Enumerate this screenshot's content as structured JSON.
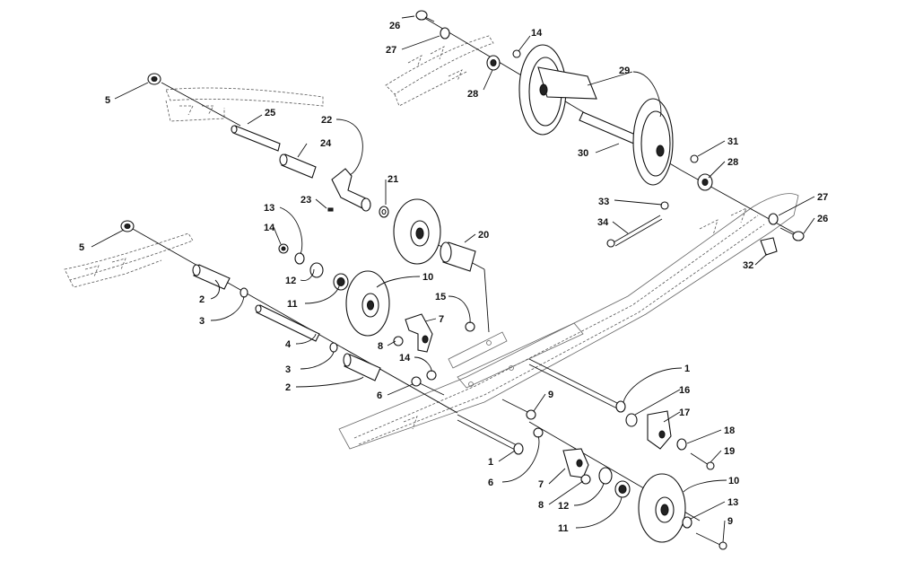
{
  "callouts": [
    {
      "id": "c26a",
      "label": "26"
    },
    {
      "id": "c27a",
      "label": "27"
    },
    {
      "id": "c14a",
      "label": "14"
    },
    {
      "id": "c29",
      "label": "29"
    },
    {
      "id": "c28a",
      "label": "28"
    },
    {
      "id": "c5a",
      "label": "5"
    },
    {
      "id": "c25",
      "label": "25"
    },
    {
      "id": "c22",
      "label": "22"
    },
    {
      "id": "c24",
      "label": "24"
    },
    {
      "id": "c30",
      "label": "30"
    },
    {
      "id": "c31",
      "label": "31"
    },
    {
      "id": "c28b",
      "label": "28"
    },
    {
      "id": "c21",
      "label": "21"
    },
    {
      "id": "c23",
      "label": "23"
    },
    {
      "id": "c13a",
      "label": "13"
    },
    {
      "id": "c33",
      "label": "33"
    },
    {
      "id": "c27b",
      "label": "27"
    },
    {
      "id": "c26b",
      "label": "26"
    },
    {
      "id": "c34",
      "label": "34"
    },
    {
      "id": "c14b",
      "label": "14"
    },
    {
      "id": "c20",
      "label": "20"
    },
    {
      "id": "c5b",
      "label": "5"
    },
    {
      "id": "c32",
      "label": "32"
    },
    {
      "id": "c12a",
      "label": "12"
    },
    {
      "id": "c10a",
      "label": "10"
    },
    {
      "id": "c2a",
      "label": "2"
    },
    {
      "id": "c11a",
      "label": "11"
    },
    {
      "id": "c15",
      "label": "15"
    },
    {
      "id": "c7a",
      "label": "7"
    },
    {
      "id": "c3a",
      "label": "3"
    },
    {
      "id": "c8a",
      "label": "8"
    },
    {
      "id": "c4",
      "label": "4"
    },
    {
      "id": "c3b",
      "label": "3"
    },
    {
      "id": "c14c",
      "label": "14"
    },
    {
      "id": "c1a",
      "label": "1"
    },
    {
      "id": "c2b",
      "label": "2"
    },
    {
      "id": "c16",
      "label": "16"
    },
    {
      "id": "c6a",
      "label": "6"
    },
    {
      "id": "c9a",
      "label": "9"
    },
    {
      "id": "c17",
      "label": "17"
    },
    {
      "id": "c18",
      "label": "18"
    },
    {
      "id": "c19",
      "label": "19"
    },
    {
      "id": "c1b",
      "label": "1"
    },
    {
      "id": "c6b",
      "label": "6"
    },
    {
      "id": "c7b",
      "label": "7"
    },
    {
      "id": "c10b",
      "label": "10"
    },
    {
      "id": "c8b",
      "label": "8"
    },
    {
      "id": "c12b",
      "label": "12"
    },
    {
      "id": "c13b",
      "label": "13"
    },
    {
      "id": "c11b",
      "label": "11"
    },
    {
      "id": "c9b",
      "label": "9"
    }
  ]
}
